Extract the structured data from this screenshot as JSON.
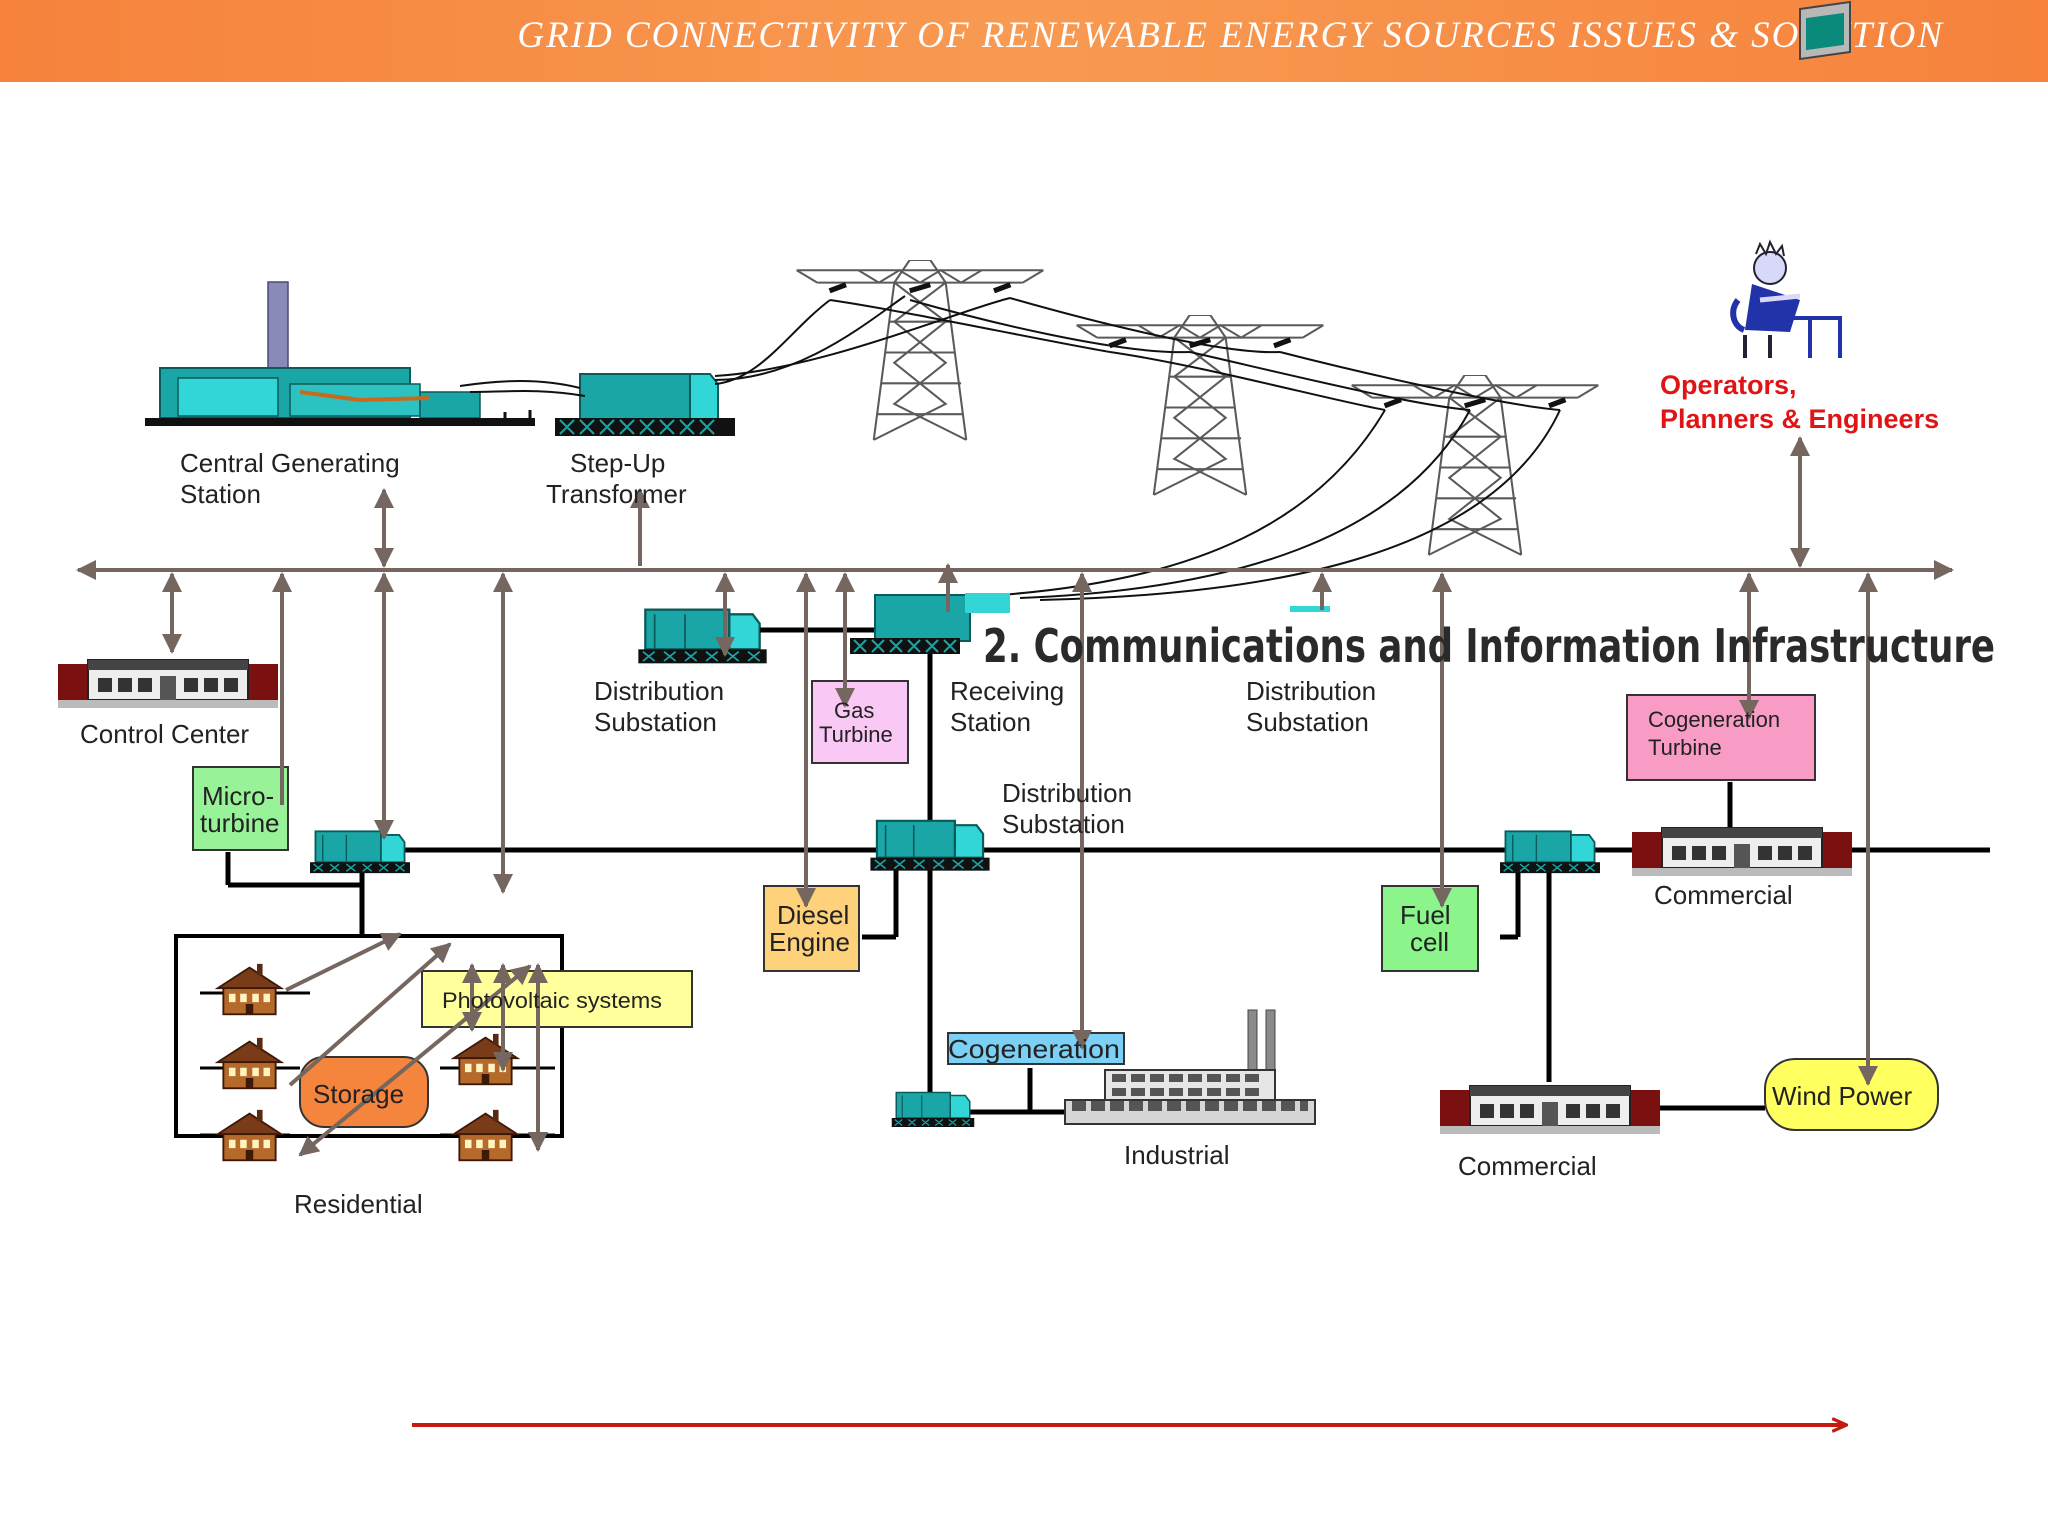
{
  "header": {
    "title": "GRID CONNECTIVITY OF RENEWABLE ENERGY SOURCES ISSUES & SOLUTION"
  },
  "labels": {
    "central_station": [
      "Central Generating",
      "Station"
    ],
    "step_up": [
      "Step-Up",
      "Transformer"
    ],
    "control_center": "Control Center",
    "dist_sub_left": [
      "Distribution",
      "Substation"
    ],
    "receiving": [
      "Receiving",
      "Station"
    ],
    "dist_sub_right": [
      "Distribution",
      "Substation"
    ],
    "dist_sub_mid": [
      "Distribution",
      "Substation"
    ],
    "operators": [
      "Operators,",
      "Planners & Engineers"
    ],
    "banner": "2. Communications  and Information Infrastructure",
    "commercial_top": "Commercial",
    "commercial_bottom": "Commercial",
    "industrial": "Industrial",
    "residential": "Residential"
  },
  "boxes": {
    "micro_turbine": [
      "Micro-",
      "turbine"
    ],
    "gas_turbine": [
      "Gas",
      "Turbine"
    ],
    "cogen_turbine": [
      "Cogeneration",
      "Turbine"
    ],
    "diesel": [
      "Diesel",
      "Engine"
    ],
    "fuel_cell": [
      "Fuel",
      "cell"
    ],
    "photovoltaic": "Photovoltaic systems",
    "storage": "Storage",
    "cogeneration": "Cogeneration",
    "wind_power": "Wind Power"
  },
  "colors": {
    "header": "#f6823c",
    "equipment": "#1aa6a6",
    "micro_turbine": "#98f398",
    "gas_turbine": "#f9c8f5",
    "cogen_turbine": "#f89cc6",
    "diesel": "#fdd27a",
    "fuel_cell": "#8bf58b",
    "photovoltaic": "#ffff9c",
    "storage": "#f5843c",
    "cogeneration": "#7cd0f5",
    "wind_power": "#ffff60",
    "arrow": "#75665f",
    "progress_arrow": "#c41a10",
    "operators_text": "#e01414"
  }
}
